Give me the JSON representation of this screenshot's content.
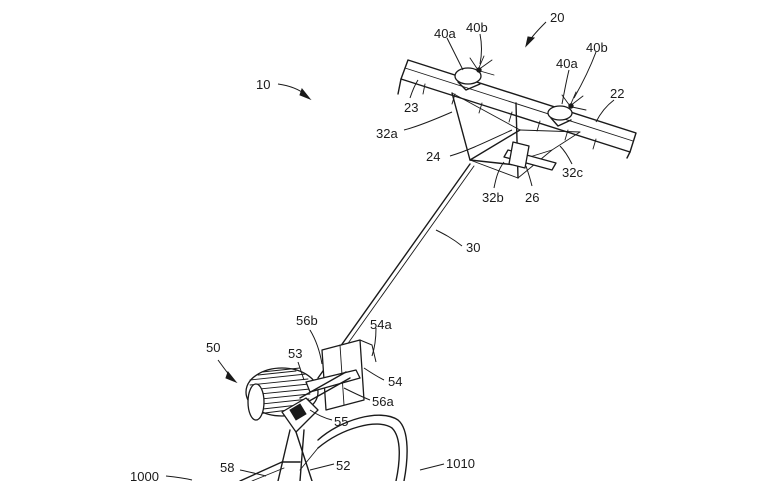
{
  "labels": {
    "system": "10",
    "aerial_unit": "20",
    "wing": "22",
    "wing_edge": "23",
    "strut": "24",
    "tail": "26",
    "bridle_a": "32a",
    "bridle_b": "32b",
    "bridle_c": "32c",
    "rotor_a1": "40a",
    "rotor_b1": "40b",
    "rotor_a2": "40a",
    "rotor_b2": "40b",
    "tether": "30",
    "ground_station": "50",
    "tower": "52",
    "drum_mount": "53",
    "platform_a": "54a",
    "platform": "54",
    "pivot": "55",
    "guide_b": "56b",
    "guide_a": "56a",
    "base": "58",
    "ground": "1000",
    "terrain": "1010"
  }
}
